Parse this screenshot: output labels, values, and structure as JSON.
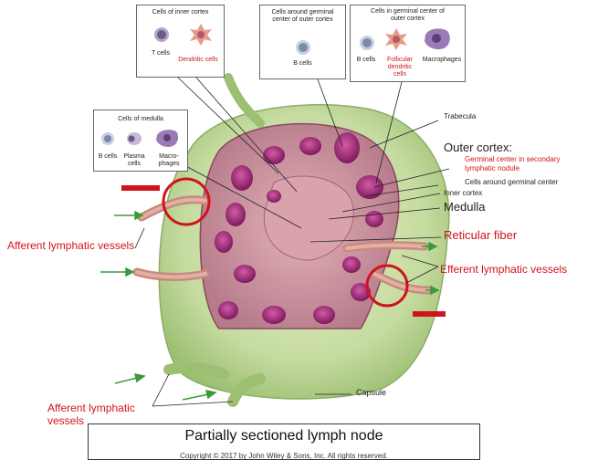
{
  "boxes": {
    "inner_cortex": {
      "title": "Cells of inner cortex",
      "cells": [
        "T cells",
        "Dendritic cells"
      ]
    },
    "germinal_outer": {
      "title": "Cells around germinal center of outer cortex",
      "cells": [
        "B cells"
      ]
    },
    "germinal_center": {
      "title": "Cells in germinal center of outer cortex",
      "cells": [
        "B cells",
        "Follicular dendritic cells",
        "Macrophages"
      ]
    },
    "medulla": {
      "title": "Cells of medulla",
      "cells": [
        "B cells",
        "Plasma cells",
        "Macro-phages"
      ]
    }
  },
  "labels": {
    "trabecula": "Trabecula",
    "outer_cortex": "Outer cortex:",
    "germinal_center_secondary": "Germinal center in secondary lymphatic nodule",
    "cells_around_germinal": "Cells around germinal center",
    "inner_cortex": "Inner cortex",
    "medulla": "Medulla",
    "reticular_fiber": "Reticular fiber",
    "efferent": "Efferent lymphatic vessels",
    "afferent_top": "Afferent lymphatic vessels",
    "afferent_bottom": "Afferent lymphatic vessels",
    "capsule": "Capsule"
  },
  "caption": {
    "title": "Partially sectioned lymph node",
    "copyright": "Copyright © 2017 by John Wiley & Sons, Inc. All rights reserved."
  },
  "colors": {
    "capsule_green": "#c5dba0",
    "cortex_pink": "#c98a9a",
    "nodule_purple": "#a02a7a",
    "annotation_red": "#d0141c",
    "arrow_green": "#3a9a3a"
  }
}
